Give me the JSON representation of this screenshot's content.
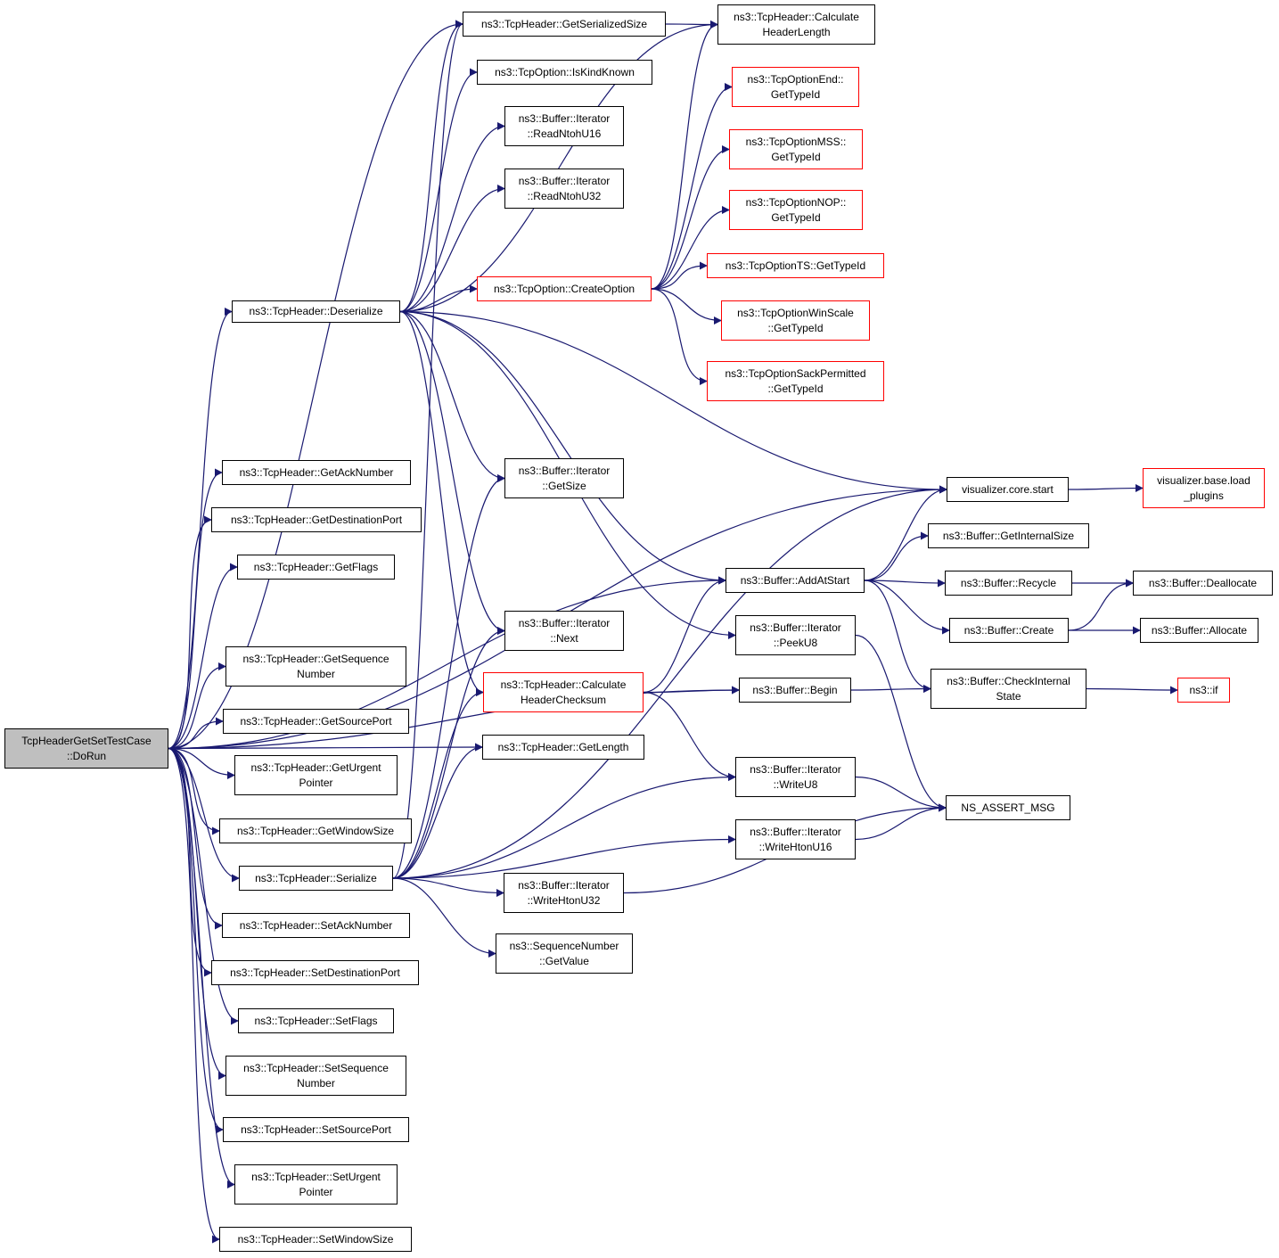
{
  "colors": {
    "edge": "#191970",
    "border": "#000000",
    "external_border": "#ff0000",
    "root_fill": "#bfbfbf",
    "node_fill": "#ffffff"
  },
  "nodes": [
    {
      "id": "root",
      "lines": [
        "TcpHeaderGetSetTestCase",
        "::DoRun"
      ],
      "style": "root"
    },
    {
      "id": "deserialize",
      "lines": [
        "ns3::TcpHeader::Deserialize"
      ],
      "style": "normal"
    },
    {
      "id": "getacknumber",
      "lines": [
        "ns3::TcpHeader::GetAckNumber"
      ],
      "style": "normal"
    },
    {
      "id": "getdestinationport",
      "lines": [
        "ns3::TcpHeader::GetDestinationPort"
      ],
      "style": "normal"
    },
    {
      "id": "getflags",
      "lines": [
        "ns3::TcpHeader::GetFlags"
      ],
      "style": "normal"
    },
    {
      "id": "getsequencenumber",
      "lines": [
        "ns3::TcpHeader::GetSequence",
        "Number"
      ],
      "style": "normal"
    },
    {
      "id": "getsourceport",
      "lines": [
        "ns3::TcpHeader::GetSourcePort"
      ],
      "style": "normal"
    },
    {
      "id": "geturgentpointer",
      "lines": [
        "ns3::TcpHeader::GetUrgent",
        "Pointer"
      ],
      "style": "normal"
    },
    {
      "id": "getwindowsize",
      "lines": [
        "ns3::TcpHeader::GetWindowSize"
      ],
      "style": "normal"
    },
    {
      "id": "serialize",
      "lines": [
        "ns3::TcpHeader::Serialize"
      ],
      "style": "normal"
    },
    {
      "id": "setacknumber",
      "lines": [
        "ns3::TcpHeader::SetAckNumber"
      ],
      "style": "normal"
    },
    {
      "id": "setdestinationport",
      "lines": [
        "ns3::TcpHeader::SetDestinationPort"
      ],
      "style": "normal"
    },
    {
      "id": "setflags",
      "lines": [
        "ns3::TcpHeader::SetFlags"
      ],
      "style": "normal"
    },
    {
      "id": "setsequencenumber",
      "lines": [
        "ns3::TcpHeader::SetSequence",
        "Number"
      ],
      "style": "normal"
    },
    {
      "id": "setsourceport",
      "lines": [
        "ns3::TcpHeader::SetSourcePort"
      ],
      "style": "normal"
    },
    {
      "id": "seturgentpointer",
      "lines": [
        "ns3::TcpHeader::SetUrgent",
        "Pointer"
      ],
      "style": "normal"
    },
    {
      "id": "setwindowsize",
      "lines": [
        "ns3::TcpHeader::SetWindowSize"
      ],
      "style": "normal"
    },
    {
      "id": "getserializedsize",
      "lines": [
        "ns3::TcpHeader::GetSerializedSize"
      ],
      "style": "normal"
    },
    {
      "id": "iskindknown",
      "lines": [
        "ns3::TcpOption::IsKindKnown"
      ],
      "style": "normal"
    },
    {
      "id": "readntohu16",
      "lines": [
        "ns3::Buffer::Iterator",
        "::ReadNtohU16"
      ],
      "style": "normal"
    },
    {
      "id": "readntohu32",
      "lines": [
        "ns3::Buffer::Iterator",
        "::ReadNtohU32"
      ],
      "style": "normal"
    },
    {
      "id": "createoption",
      "lines": [
        "ns3::TcpOption::CreateOption"
      ],
      "style": "external"
    },
    {
      "id": "itgetsize",
      "lines": [
        "ns3::Buffer::Iterator",
        "::GetSize"
      ],
      "style": "normal"
    },
    {
      "id": "itnext",
      "lines": [
        "ns3::Buffer::Iterator",
        "::Next"
      ],
      "style": "normal"
    },
    {
      "id": "calcchecksum",
      "lines": [
        "ns3::TcpHeader::Calculate",
        "HeaderChecksum"
      ],
      "style": "external"
    },
    {
      "id": "getlength",
      "lines": [
        "ns3::TcpHeader::GetLength"
      ],
      "style": "normal"
    },
    {
      "id": "writehtonu32",
      "lines": [
        "ns3::Buffer::Iterator",
        "::WriteHtonU32"
      ],
      "style": "normal"
    },
    {
      "id": "seqgetvalue",
      "lines": [
        "ns3::SequenceNumber",
        "::GetValue"
      ],
      "style": "normal"
    },
    {
      "id": "calcheaderlength",
      "lines": [
        "ns3::TcpHeader::Calculate",
        "HeaderLength"
      ],
      "style": "normal"
    },
    {
      "id": "optend",
      "lines": [
        "ns3::TcpOptionEnd::",
        "GetTypeId"
      ],
      "style": "external"
    },
    {
      "id": "optmss",
      "lines": [
        "ns3::TcpOptionMSS::",
        "GetTypeId"
      ],
      "style": "external"
    },
    {
      "id": "optnop",
      "lines": [
        "ns3::TcpOptionNOP::",
        "GetTypeId"
      ],
      "style": "external"
    },
    {
      "id": "optts",
      "lines": [
        "ns3::TcpOptionTS::GetTypeId"
      ],
      "style": "external"
    },
    {
      "id": "optwinscale",
      "lines": [
        "ns3::TcpOptionWinScale",
        "::GetTypeId"
      ],
      "style": "external"
    },
    {
      "id": "optsack",
      "lines": [
        "ns3::TcpOptionSackPermitted",
        "::GetTypeId"
      ],
      "style": "external"
    },
    {
      "id": "addatstart",
      "lines": [
        "ns3::Buffer::AddAtStart"
      ],
      "style": "normal"
    },
    {
      "id": "peeku8",
      "lines": [
        "ns3::Buffer::Iterator",
        "::PeekU8"
      ],
      "style": "normal"
    },
    {
      "id": "begin",
      "lines": [
        "ns3::Buffer::Begin"
      ],
      "style": "normal"
    },
    {
      "id": "writeu8",
      "lines": [
        "ns3::Buffer::Iterator",
        "::WriteU8"
      ],
      "style": "normal"
    },
    {
      "id": "writehtonu16",
      "lines": [
        "ns3::Buffer::Iterator",
        "::WriteHtonU16"
      ],
      "style": "normal"
    },
    {
      "id": "vizstart",
      "lines": [
        "visualizer.core.start"
      ],
      "style": "normal"
    },
    {
      "id": "getinternalsize",
      "lines": [
        "ns3::Buffer::GetInternalSize"
      ],
      "style": "normal"
    },
    {
      "id": "recycle",
      "lines": [
        "ns3::Buffer::Recycle"
      ],
      "style": "normal"
    },
    {
      "id": "create",
      "lines": [
        "ns3::Buffer::Create"
      ],
      "style": "normal"
    },
    {
      "id": "checkinternalstate",
      "lines": [
        "ns3::Buffer::CheckInternal",
        "State"
      ],
      "style": "normal"
    },
    {
      "id": "nsassertmsg",
      "lines": [
        "NS_ASSERT_MSG"
      ],
      "style": "normal"
    },
    {
      "id": "loadplugins",
      "lines": [
        "visualizer.base.load",
        "_plugins"
      ],
      "style": "external"
    },
    {
      "id": "deallocate",
      "lines": [
        "ns3::Buffer::Deallocate"
      ],
      "style": "normal"
    },
    {
      "id": "allocate",
      "lines": [
        "ns3::Buffer::Allocate"
      ],
      "style": "normal"
    },
    {
      "id": "nsif",
      "lines": [
        "ns3::if"
      ],
      "style": "external"
    }
  ],
  "edges": [
    [
      "root",
      "deserialize"
    ],
    [
      "root",
      "getacknumber"
    ],
    [
      "root",
      "getdestinationport"
    ],
    [
      "root",
      "getflags"
    ],
    [
      "root",
      "getsequencenumber"
    ],
    [
      "root",
      "getsourceport"
    ],
    [
      "root",
      "geturgentpointer"
    ],
    [
      "root",
      "getwindowsize"
    ],
    [
      "root",
      "serialize"
    ],
    [
      "root",
      "setacknumber"
    ],
    [
      "root",
      "setdestinationport"
    ],
    [
      "root",
      "setflags"
    ],
    [
      "root",
      "setsequencenumber"
    ],
    [
      "root",
      "setsourceport"
    ],
    [
      "root",
      "seturgentpointer"
    ],
    [
      "root",
      "setwindowsize"
    ],
    [
      "root",
      "getserializedsize"
    ],
    [
      "root",
      "vizstart"
    ],
    [
      "root",
      "addatstart"
    ],
    [
      "root",
      "begin"
    ],
    [
      "root",
      "getlength"
    ],
    [
      "deserialize",
      "getserializedsize"
    ],
    [
      "deserialize",
      "iskindknown"
    ],
    [
      "deserialize",
      "readntohu16"
    ],
    [
      "deserialize",
      "readntohu32"
    ],
    [
      "deserialize",
      "createoption"
    ],
    [
      "deserialize",
      "calcheaderlength"
    ],
    [
      "deserialize",
      "itgetsize"
    ],
    [
      "deserialize",
      "itnext"
    ],
    [
      "deserialize",
      "calcchecksum"
    ],
    [
      "deserialize",
      "vizstart"
    ],
    [
      "deserialize",
      "addatstart"
    ],
    [
      "deserialize",
      "peeku8"
    ],
    [
      "serialize",
      "itgetsize"
    ],
    [
      "serialize",
      "itnext"
    ],
    [
      "serialize",
      "calcchecksum"
    ],
    [
      "serialize",
      "getlength"
    ],
    [
      "serialize",
      "writehtonu32"
    ],
    [
      "serialize",
      "seqgetvalue"
    ],
    [
      "serialize",
      "writeu8"
    ],
    [
      "serialize",
      "writehtonu16"
    ],
    [
      "serialize",
      "vizstart"
    ],
    [
      "serialize",
      "getserializedsize"
    ],
    [
      "getserializedsize",
      "calcheaderlength"
    ],
    [
      "createoption",
      "optend"
    ],
    [
      "createoption",
      "optmss"
    ],
    [
      "createoption",
      "optnop"
    ],
    [
      "createoption",
      "optts"
    ],
    [
      "createoption",
      "optwinscale"
    ],
    [
      "createoption",
      "optsack"
    ],
    [
      "createoption",
      "calcheaderlength"
    ],
    [
      "calcchecksum",
      "addatstart"
    ],
    [
      "calcchecksum",
      "begin"
    ],
    [
      "calcchecksum",
      "writeu8"
    ],
    [
      "addatstart",
      "vizstart"
    ],
    [
      "addatstart",
      "getinternalsize"
    ],
    [
      "addatstart",
      "recycle"
    ],
    [
      "addatstart",
      "create"
    ],
    [
      "addatstart",
      "checkinternalstate"
    ],
    [
      "begin",
      "checkinternalstate"
    ],
    [
      "peeku8",
      "nsassertmsg"
    ],
    [
      "writeu8",
      "nsassertmsg"
    ],
    [
      "writehtonu16",
      "nsassertmsg"
    ],
    [
      "writehtonu32",
      "nsassertmsg"
    ],
    [
      "vizstart",
      "loadplugins"
    ],
    [
      "recycle",
      "deallocate"
    ],
    [
      "create",
      "deallocate"
    ],
    [
      "create",
      "allocate"
    ],
    [
      "checkinternalstate",
      "nsif"
    ]
  ]
}
